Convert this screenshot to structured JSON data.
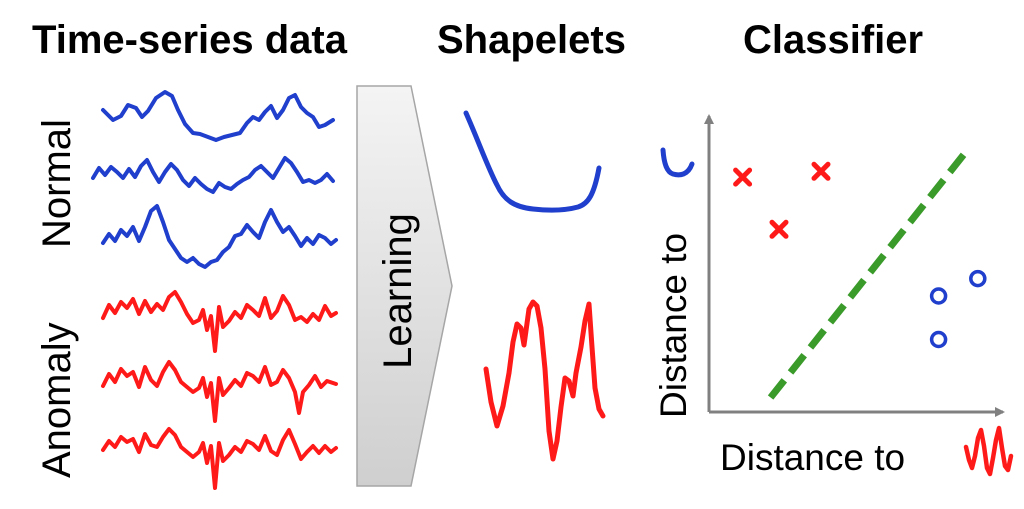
{
  "headings": {
    "timeseries": "Time-series data",
    "shapelets": "Shapelets",
    "classifier": "Classifier"
  },
  "groups": {
    "normal": "Normal",
    "anomaly": "Anomaly"
  },
  "learning_label": "Learning",
  "axes": {
    "x_label": "Distance to",
    "y_label": "Distance to"
  },
  "colors": {
    "normal": "#1f3fcc",
    "anomaly": "#ff1a1a",
    "boundary": "#3a9a2a",
    "arrow_fill": "#d9d9d9"
  },
  "scatter": {
    "anomaly_points": [
      [
        0.12,
        0.81
      ],
      [
        0.4,
        0.83
      ],
      [
        0.25,
        0.63
      ]
    ],
    "normal_points": [
      [
        0.82,
        0.4
      ],
      [
        0.96,
        0.46
      ],
      [
        0.82,
        0.25
      ]
    ],
    "boundary": [
      [
        0.22,
        0.05
      ],
      [
        0.92,
        0.9
      ]
    ]
  }
}
